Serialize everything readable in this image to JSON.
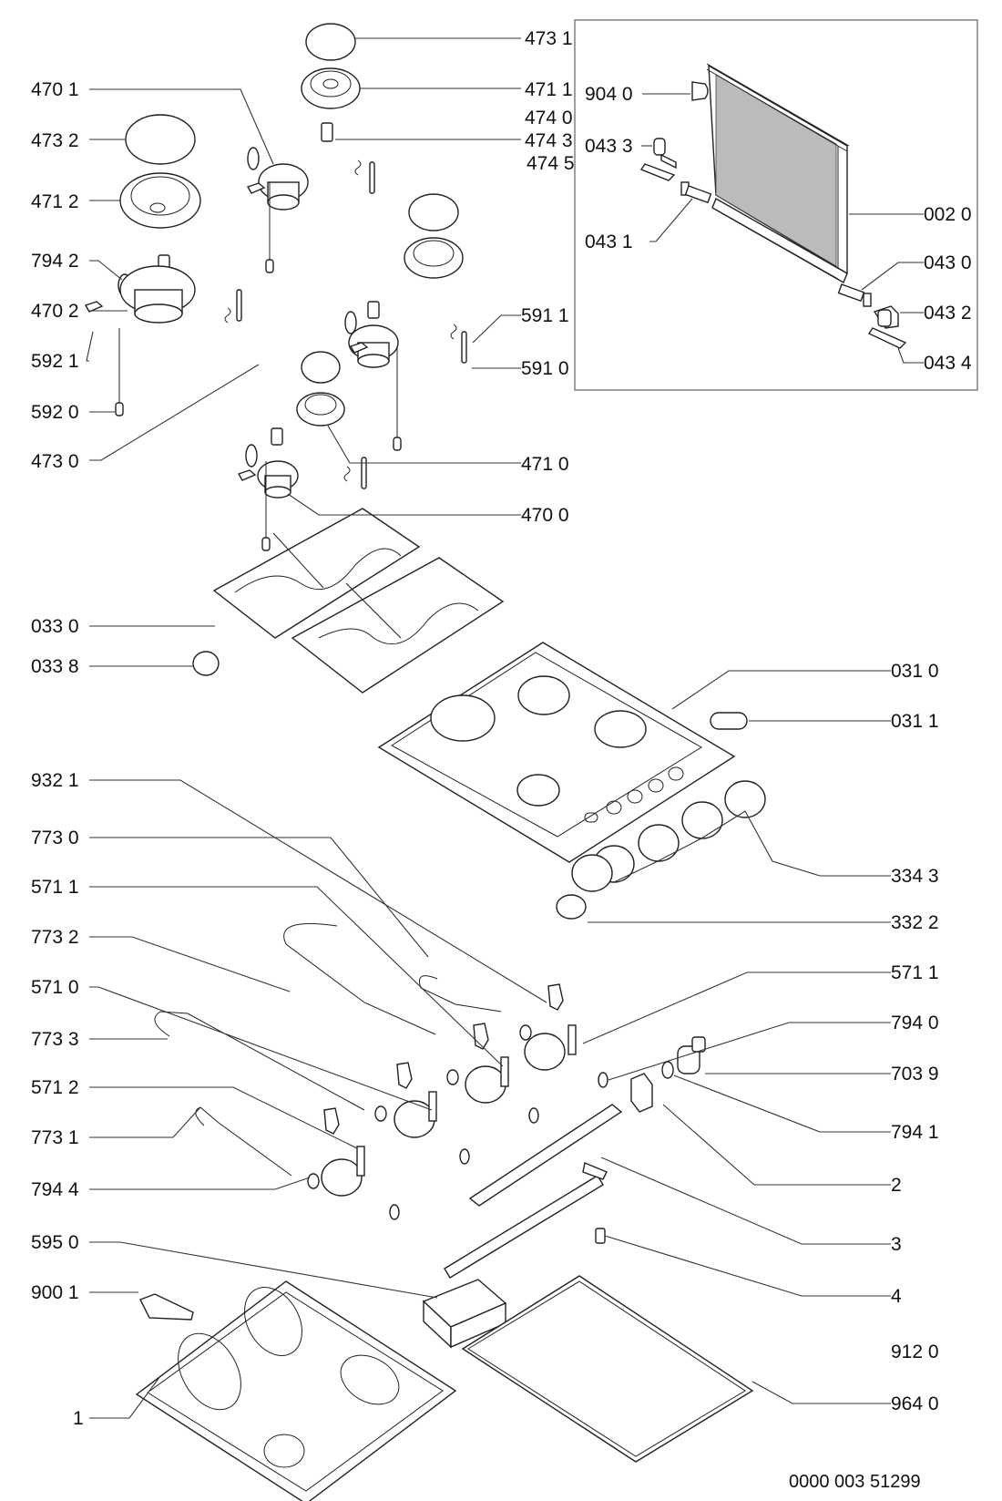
{
  "diagram": {
    "title": "Gas hob exploded parts diagram",
    "drawing_number": "0000 003 51299",
    "labels": {
      "p4731": "473 1",
      "p4701": "470 1",
      "p4711": "471 1",
      "p4740": "474 0",
      "p4743": "474 3",
      "p4745": "474 5",
      "p4732": "473 2",
      "p4712": "471 2",
      "p7942": "794 2",
      "p4702": "470 2",
      "p5921": "592 1",
      "p5920": "592 0",
      "p4730": "473 0",
      "p5911": "591 1",
      "p5910": "591 0",
      "p4710": "471 0",
      "p4700": "470 0",
      "p0330": "033 0",
      "p0338": "033 8",
      "p0310": "031 0",
      "p0311": "031 1",
      "p9321": "932 1",
      "p7730": "773 0",
      "p3343": "334 3",
      "p5711a": "571 1",
      "p3322": "332 2",
      "p7732": "773 2",
      "p5711b": "571 1",
      "p5710": "571 0",
      "p7940": "794 0",
      "p7733": "773 3",
      "p7039": "703 9",
      "p5712": "571 2",
      "p7731": "773 1",
      "p7941": "794 1",
      "p7944": "794 4",
      "p2": "2",
      "p5950": "595 0",
      "p3": "3",
      "p9001": "900 1",
      "p4": "4",
      "p9120": "912 0",
      "p1": "1",
      "p9640": "964 0"
    },
    "inset": {
      "labels": {
        "p9040": "904 0",
        "p0433": "043 3",
        "p0431": "043 1",
        "p0020": "002 0",
        "p0430": "043 0",
        "p0432": "043 2",
        "p0434": "043 4"
      }
    }
  }
}
